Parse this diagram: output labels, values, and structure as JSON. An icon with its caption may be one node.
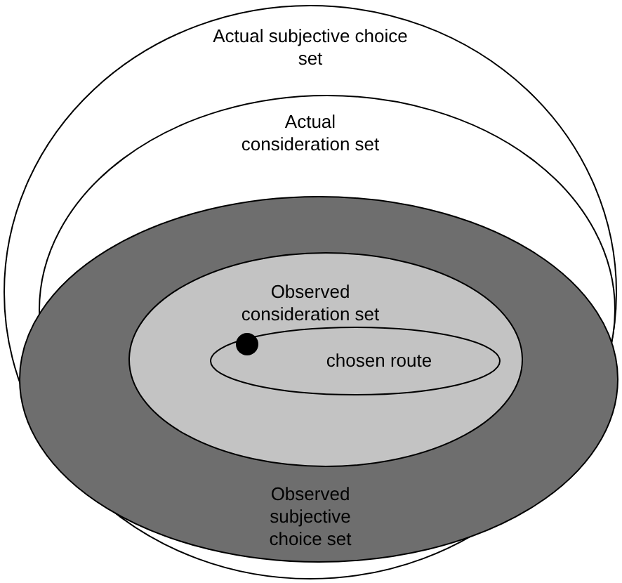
{
  "diagram": {
    "nodes": [
      {
        "text": [
          "Actual subjective choice set"
        ]
      },
      {
        "text": [
          "Actual consideration set"
        ],
        "in": 0
      },
      {
        "text": [
          "Observed subjective choice set"
        ],
        "in": 0
      },
      {
        "text": [
          "Observed consideration set"
        ],
        "in": 2
      },
      {
        "text": [
          "chosen route"
        ],
        "in": 3
      },
      {
        "text": [],
        "shape": "circle",
        "in": 4
      }
    ]
  }
}
